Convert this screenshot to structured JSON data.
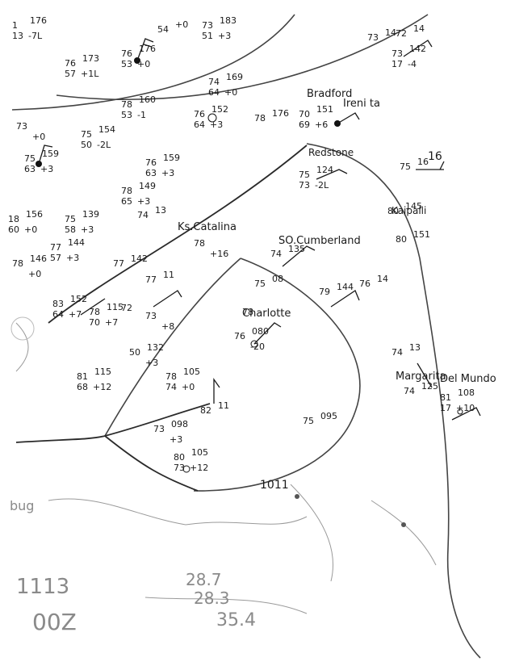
{
  "map": {
    "places": [
      {
        "name": "Bradford",
        "label": "Bradford"
      },
      {
        "name": "Irenia",
        "label": "Ireni ta"
      },
      {
        "name": "Redstone",
        "label": "Redstone"
      },
      {
        "name": "Ks-catalina",
        "label": "Ks.Catalina"
      },
      {
        "name": "So-cumberland",
        "label": "SO.Cumberland"
      },
      {
        "name": "Charlotte",
        "label": "Charlotte"
      },
      {
        "name": "Kaipalli",
        "label": "Kaipalli"
      },
      {
        "name": "Margarita",
        "label": "Margarita"
      },
      {
        "name": "Del-mundo",
        "label": "Del Mundo"
      }
    ],
    "isobar_labels": [
      "1011",
      "16"
    ],
    "bottom_notes": [
      "bug",
      "1113",
      "00Z",
      "28.7",
      "28.3",
      "35.4"
    ],
    "stations": [
      {
        "id": "s01",
        "t": "1",
        "p": "176",
        "td": "13",
        "tend": "-7L"
      },
      {
        "id": "s02",
        "t": "73",
        "p": "183",
        "td": "51",
        "tend": "+3"
      },
      {
        "id": "s03",
        "t": "54",
        "p": "+0",
        "td": "",
        "tend": ""
      },
      {
        "id": "s04",
        "t": "76",
        "p": "173",
        "td": "57",
        "tend": "+1L"
      },
      {
        "id": "s05",
        "t": "76",
        "p": "176",
        "td": "53",
        "tend": "+0"
      },
      {
        "id": "s06",
        "t": "74",
        "p": "169",
        "td": "64",
        "tend": "+0"
      },
      {
        "id": "s07",
        "t": "78",
        "p": "160",
        "td": "53",
        "tend": "-1"
      },
      {
        "id": "s08",
        "t": "76",
        "p": "152",
        "td": "64",
        "tend": "+3"
      },
      {
        "id": "s09",
        "t": "78",
        "p": "176",
        "td": "",
        "tend": ""
      },
      {
        "id": "s10",
        "t": "70",
        "p": "151",
        "td": "69",
        "tend": "+6"
      },
      {
        "id": "s11",
        "t": "73",
        "p": "14",
        "td": "",
        "tend": ""
      },
      {
        "id": "s12",
        "t": "72",
        "p": "14",
        "td": "",
        "tend": ""
      },
      {
        "id": "s13",
        "t": "73",
        "p": "142",
        "td": "17",
        "tend": "-4"
      },
      {
        "id": "s14",
        "t": "75",
        "p": "154",
        "td": "50",
        "tend": "-2L"
      },
      {
        "id": "s15",
        "t": "73",
        "p": "",
        "td": "",
        "tend": "+0"
      },
      {
        "id": "s16",
        "t": "75",
        "p": "159",
        "td": "63",
        "tend": "+3"
      },
      {
        "id": "s17",
        "t": "76",
        "p": "159",
        "td": "63",
        "tend": "+3"
      },
      {
        "id": "s18",
        "t": "75",
        "p": "124",
        "td": "73",
        "tend": "-2L"
      },
      {
        "id": "s19",
        "t": "75",
        "p": "16",
        "td": "",
        "tend": ""
      },
      {
        "id": "s20",
        "t": "78",
        "p": "149",
        "td": "65",
        "tend": "+3"
      },
      {
        "id": "s21",
        "t": "74",
        "p": "13",
        "td": "",
        "tend": ""
      },
      {
        "id": "s22",
        "t": "18",
        "p": "156",
        "td": "60",
        "tend": "+0"
      },
      {
        "id": "s23",
        "t": "75",
        "p": "139",
        "td": "58",
        "tend": "+3"
      },
      {
        "id": "s24",
        "t": "80",
        "p": "145",
        "td": "",
        "tend": ""
      },
      {
        "id": "s25",
        "t": "77",
        "p": "144",
        "td": "57",
        "tend": "+3"
      },
      {
        "id": "s26",
        "t": "78",
        "p": "",
        "td": "",
        "tend": "+16"
      },
      {
        "id": "s27",
        "t": "74",
        "p": "135",
        "td": "",
        "tend": ""
      },
      {
        "id": "s28",
        "t": "80",
        "p": "151",
        "td": "",
        "tend": ""
      },
      {
        "id": "s29",
        "t": "78",
        "p": "146",
        "td": "",
        "tend": "+0"
      },
      {
        "id": "s30",
        "t": "77",
        "p": "142",
        "td": "",
        "tend": ""
      },
      {
        "id": "s31",
        "t": "77",
        "p": "11",
        "td": "",
        "tend": ""
      },
      {
        "id": "s32",
        "t": "75",
        "p": "08",
        "td": "",
        "tend": ""
      },
      {
        "id": "s33",
        "t": "79",
        "p": "144",
        "td": "",
        "tend": ""
      },
      {
        "id": "s34",
        "t": "76",
        "p": "14",
        "td": "",
        "tend": ""
      },
      {
        "id": "s35",
        "t": "83",
        "p": "152",
        "td": "64",
        "tend": "+7"
      },
      {
        "id": "s36",
        "t": "78",
        "p": "115",
        "td": "70",
        "tend": "+7"
      },
      {
        "id": "s37",
        "t": "73",
        "p": "",
        "td": "",
        "tend": "+8"
      },
      {
        "id": "s38",
        "t": "72",
        "p": "",
        "td": "",
        "tend": ""
      },
      {
        "id": "s39",
        "t": "78",
        "p": "",
        "td": "",
        "tend": ""
      },
      {
        "id": "s40",
        "t": "76",
        "p": "080",
        "td": "",
        "tend": "-20"
      },
      {
        "id": "s41",
        "t": "50",
        "p": "132",
        "td": "",
        "tend": "+3"
      },
      {
        "id": "s42",
        "t": "74",
        "p": "13",
        "td": "",
        "tend": ""
      },
      {
        "id": "s43",
        "t": "81",
        "p": "115",
        "td": "68",
        "tend": "+12"
      },
      {
        "id": "s44",
        "t": "78",
        "p": "105",
        "td": "74",
        "tend": "+0"
      },
      {
        "id": "s45",
        "t": "74",
        "p": "125",
        "td": "",
        "tend": ""
      },
      {
        "id": "s46",
        "t": "81",
        "p": "108",
        "td": "17",
        "tend": "+10"
      },
      {
        "id": "s47",
        "t": "82",
        "p": "11",
        "td": "",
        "tend": ""
      },
      {
        "id": "s48",
        "t": "73",
        "p": "098",
        "td": "",
        "tend": "+3"
      },
      {
        "id": "s49",
        "t": "75",
        "p": "095",
        "td": "",
        "tend": ""
      },
      {
        "id": "s50",
        "t": "80",
        "p": "105",
        "td": "73",
        "tend": "+12"
      }
    ]
  }
}
